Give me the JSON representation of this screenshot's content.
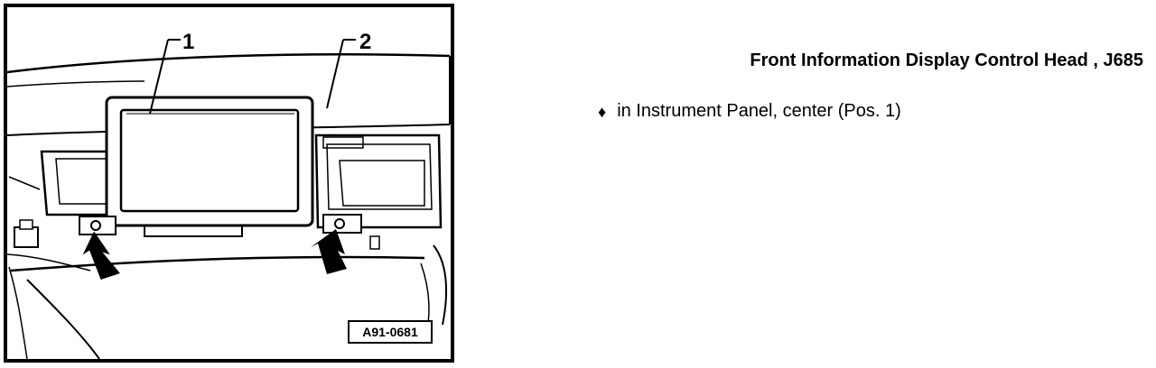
{
  "figure": {
    "callouts": [
      "1",
      "2"
    ],
    "code": "A91-0681"
  },
  "info": {
    "title": "Front Information Display Control Head , J685",
    "bullets": [
      {
        "icon": "diamond-bullet-icon",
        "text": "in Instrument Panel, center (Pos. 1)"
      }
    ]
  }
}
